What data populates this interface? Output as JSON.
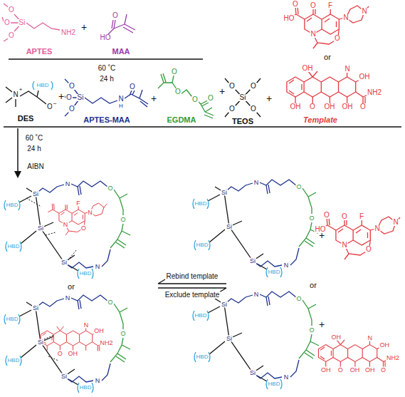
{
  "diagram": {
    "nodes": [
      {
        "text": [
          "APTES"
        ]
      },
      {
        "text": [
          "MAA"
        ]
      },
      {
        "text": [
          "DES"
        ]
      },
      {
        "text": [
          "APTES-MAA"
        ]
      },
      {
        "text": [
          "EGDMA"
        ]
      },
      {
        "text": [
          "TEOS"
        ]
      },
      {
        "text": [
          "Template"
        ]
      }
    ],
    "labels": [
      "O",
      "O",
      "O",
      "Si",
      "NH2",
      "+",
      "O",
      "HO",
      "60 ˚C",
      "24 h",
      "N",
      "+",
      "O",
      "−",
      "HBD",
      "+",
      "O",
      "O",
      "O",
      "Si",
      "N",
      "H",
      "O",
      "+",
      "O",
      "O",
      "O",
      "O",
      "+",
      "O",
      "O",
      "O",
      "O",
      "Si",
      "+",
      "O",
      "HO",
      "O",
      "F",
      "N",
      "N",
      "N",
      "O",
      "or",
      "OH",
      "N",
      "OH",
      "NH2",
      "O",
      "OH",
      "O",
      "OH",
      "OH",
      "60 ˚C",
      "24 h",
      "AIBN",
      "HBD",
      "HBD",
      "HBD",
      "Si",
      "Si",
      "Si",
      "N",
      "N",
      "O",
      "O",
      "F",
      "N",
      "N",
      "O",
      "or",
      "HBD",
      "HBD",
      "HBD",
      "Si",
      "Si",
      "Si",
      "N",
      "N",
      "O",
      "O",
      "N",
      "OH",
      "NH2",
      "O",
      "OH",
      "HBD",
      "HBD",
      "HBD",
      "Si",
      "Si",
      "Si",
      "N",
      "N",
      "O",
      "O",
      "+",
      "O",
      "HO",
      "O",
      "F",
      "N",
      "N",
      "N",
      "O",
      "or",
      "HBD",
      "HBD",
      "HBD",
      "Si",
      "Si",
      "Si",
      "N",
      "N",
      "O",
      "O",
      "+",
      "OH",
      "N",
      "OH",
      "NH2",
      "O",
      "OH",
      "O",
      "OH",
      "OH",
      "Rebind template",
      "Exclude template"
    ]
  }
}
